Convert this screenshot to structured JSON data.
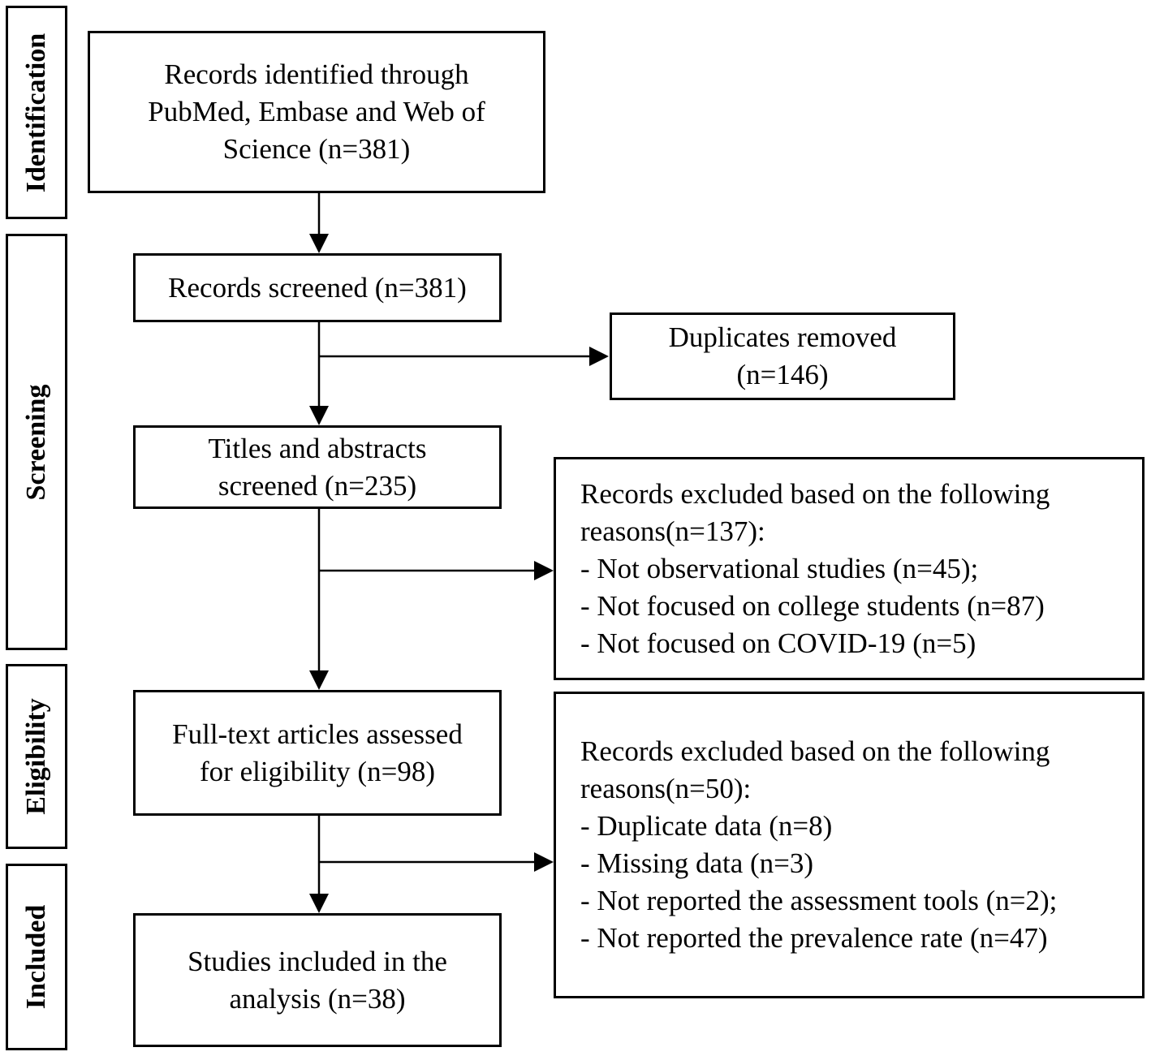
{
  "stages": {
    "identification": "Identification",
    "screening": "Screening",
    "eligibility": "Eligibility",
    "included": "Included"
  },
  "boxes": {
    "identified": [
      "Records identified through",
      "PubMed, Embase and Web of",
      "Science (n=381)"
    ],
    "screened": [
      "Records screened (n=381)"
    ],
    "duplicates": [
      "Duplicates removed",
      "(n=146)"
    ],
    "titles": [
      "Titles and abstracts",
      "screened (n=235)"
    ],
    "excluded1": [
      "Records excluded based on the following",
      "reasons(n=137):",
      "- Not observational studies (n=45);",
      "- Not focused on college students (n=87)",
      "- Not focused on COVID-19 (n=5)"
    ],
    "fulltext": [
      "Full-text articles assessed",
      "for eligibility (n=98)"
    ],
    "excluded2": [
      "Records excluded based on the following",
      "reasons(n=50):",
      "- Duplicate data (n=8)",
      "- Missing data (n=3)",
      "- Not reported the assessment tools (n=2);",
      "- Not reported the prevalence rate (n=47)"
    ],
    "included": [
      "Studies included in the",
      "analysis (n=38)"
    ]
  }
}
